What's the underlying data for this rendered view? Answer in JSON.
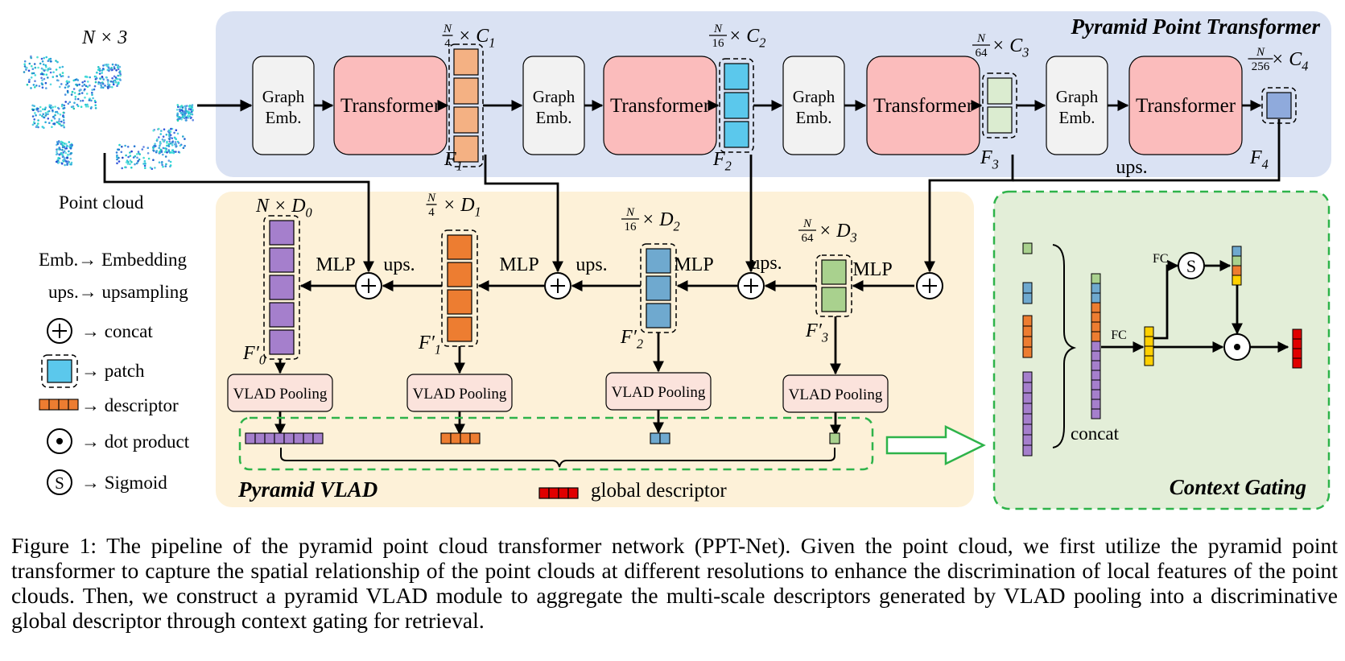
{
  "figure": {
    "stage1_title": "Pyramid Point Transformer",
    "stage2_title": "Pyramid VLAD",
    "stage3_title": "Context Gating",
    "input_dim": "N × 3",
    "input_label": "Point cloud",
    "graph_emb_line1": "Graph",
    "graph_emb_line2": "Emb.",
    "transformer_label": "Transformer",
    "ups_label": "ups.",
    "mlp_label": "MLP",
    "vlad_label": "VLAD Pooling",
    "concat_label": "concat",
    "fc_label": "FC",
    "sigmoid_symbol": "S",
    "global_descriptor_label": "global descriptor",
    "transformer_features": [
      {
        "frac_num": "N",
        "frac_den": "4",
        "dim": "× C",
        "dim_sub": "1",
        "feat": "F",
        "feat_sub": "1"
      },
      {
        "frac_num": "N",
        "frac_den": "16",
        "dim": "× C",
        "dim_sub": "2",
        "feat": "F",
        "feat_sub": "2"
      },
      {
        "frac_num": "N",
        "frac_den": "64",
        "dim": "× C",
        "dim_sub": "3",
        "feat": "F",
        "feat_sub": "3"
      },
      {
        "frac_num": "N",
        "frac_den": "256",
        "dim": "× C",
        "dim_sub": "4",
        "feat": "F",
        "feat_sub": "4"
      }
    ],
    "vlad_features": [
      {
        "dim": "N × D",
        "dim_sub": "0",
        "feat": "F′",
        "feat_sub": "0"
      },
      {
        "frac_num": "N",
        "frac_den": "4",
        "dim": "× D",
        "dim_sub": "1",
        "feat": "F′",
        "feat_sub": "1"
      },
      {
        "frac_num": "N",
        "frac_den": "16",
        "dim": "× D",
        "dim_sub": "2",
        "feat": "F′",
        "feat_sub": "2"
      },
      {
        "frac_num": "N",
        "frac_den": "64",
        "dim": "× D",
        "dim_sub": "3",
        "feat": "F′",
        "feat_sub": "3"
      }
    ],
    "legend": [
      {
        "icon": "plus-circle-icon",
        "text": "→ concat"
      },
      {
        "icon": "patch-icon",
        "text": "→ patch"
      },
      {
        "icon": "descriptor-icon",
        "text": "→ descriptor"
      },
      {
        "icon": "dot-circle-icon",
        "text": "→ dot product"
      },
      {
        "icon": "sigmoid-icon",
        "text": "→ Sigmoid"
      }
    ],
    "abbrev": [
      "Emb.→ Embedding",
      "ups.→ upsampling"
    ],
    "colors": {
      "transformer_bg": "#dae2f3",
      "vlad_bg": "#fdf1d8",
      "gating_bg": "#e3eed8",
      "transformer_block": "#fbbcbc",
      "graph_block": "#f2f2f2",
      "vlad_block": "#fbe3dc",
      "orange": "#ed7d31",
      "light_orange": "#f4b183",
      "cyan": "#5bc8ec",
      "blue": "#6fa9cf",
      "light_green": "#dbecd0",
      "green": "#a9d18e",
      "purple": "#a57fcc",
      "steel": "#8faadc",
      "red": "#e00000",
      "yellow": "#ffd000",
      "dashed_green": "#2eb34a"
    }
  },
  "caption": "Figure 1: The pipeline of the pyramid point cloud transformer network (PPT-Net). Given the point cloud, we first utilize the pyramid point transformer to capture the spatial relationship of the point clouds at different resolutions to enhance the discrimination of local features of the point clouds. Then, we construct a pyramid VLAD module to aggregate the multi-scale descriptors generated by VLAD pooling into a discriminative global descriptor through context gating for retrieval."
}
